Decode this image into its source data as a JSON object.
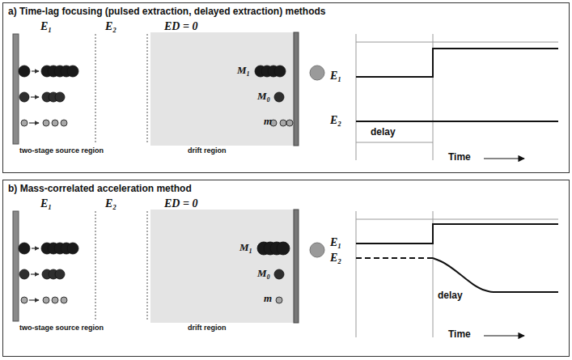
{
  "diagram": {
    "nodes": [
      {
        "text": [
          "a) Time-lag focusing (pulsed extraction, delayed extraction) methods"
        ]
      },
      {
        "text": [
          "b) Mass-correlated acceleration method"
        ]
      }
    ],
    "labels": [
      "E₁",
      "E₂",
      "ED = 0",
      "M₁",
      "M₀",
      "m",
      "two-stage source region",
      "drift region",
      "E₁",
      "E₂",
      "delay",
      "Time",
      "E₁",
      "E₂",
      "ED = 0",
      "M₁",
      "M₀",
      "m",
      "two-stage source region",
      "drift region",
      "E₁",
      "E₂",
      "delay",
      "Time"
    ]
  }
}
